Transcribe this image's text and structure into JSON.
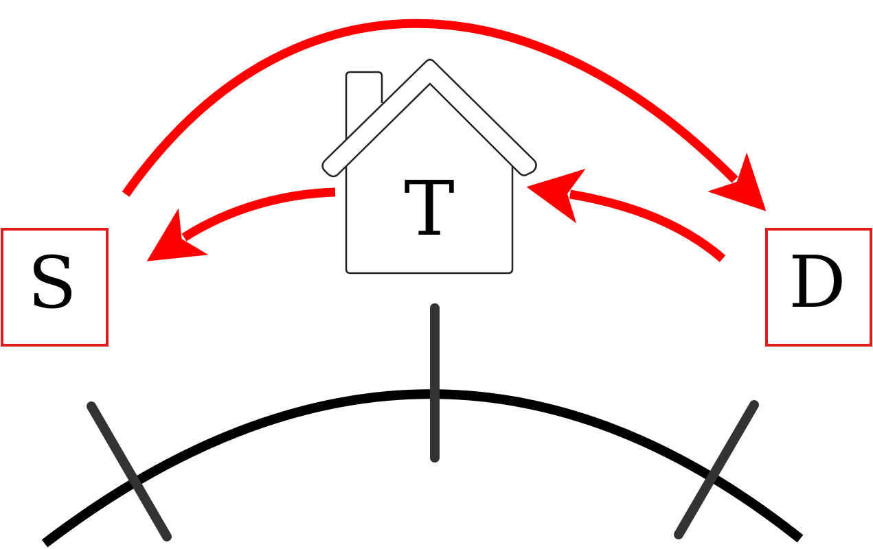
{
  "nodes": {
    "source": {
      "label": "S"
    },
    "transit": {
      "label": "T"
    },
    "destination": {
      "label": "D"
    }
  },
  "icons": {
    "transit": "house-icon"
  },
  "colors": {
    "arrow": "#ff0000",
    "box_border": "#e31b1b",
    "earth_curve": "#000000",
    "tower": "#333333",
    "house_outline": "#222222"
  }
}
